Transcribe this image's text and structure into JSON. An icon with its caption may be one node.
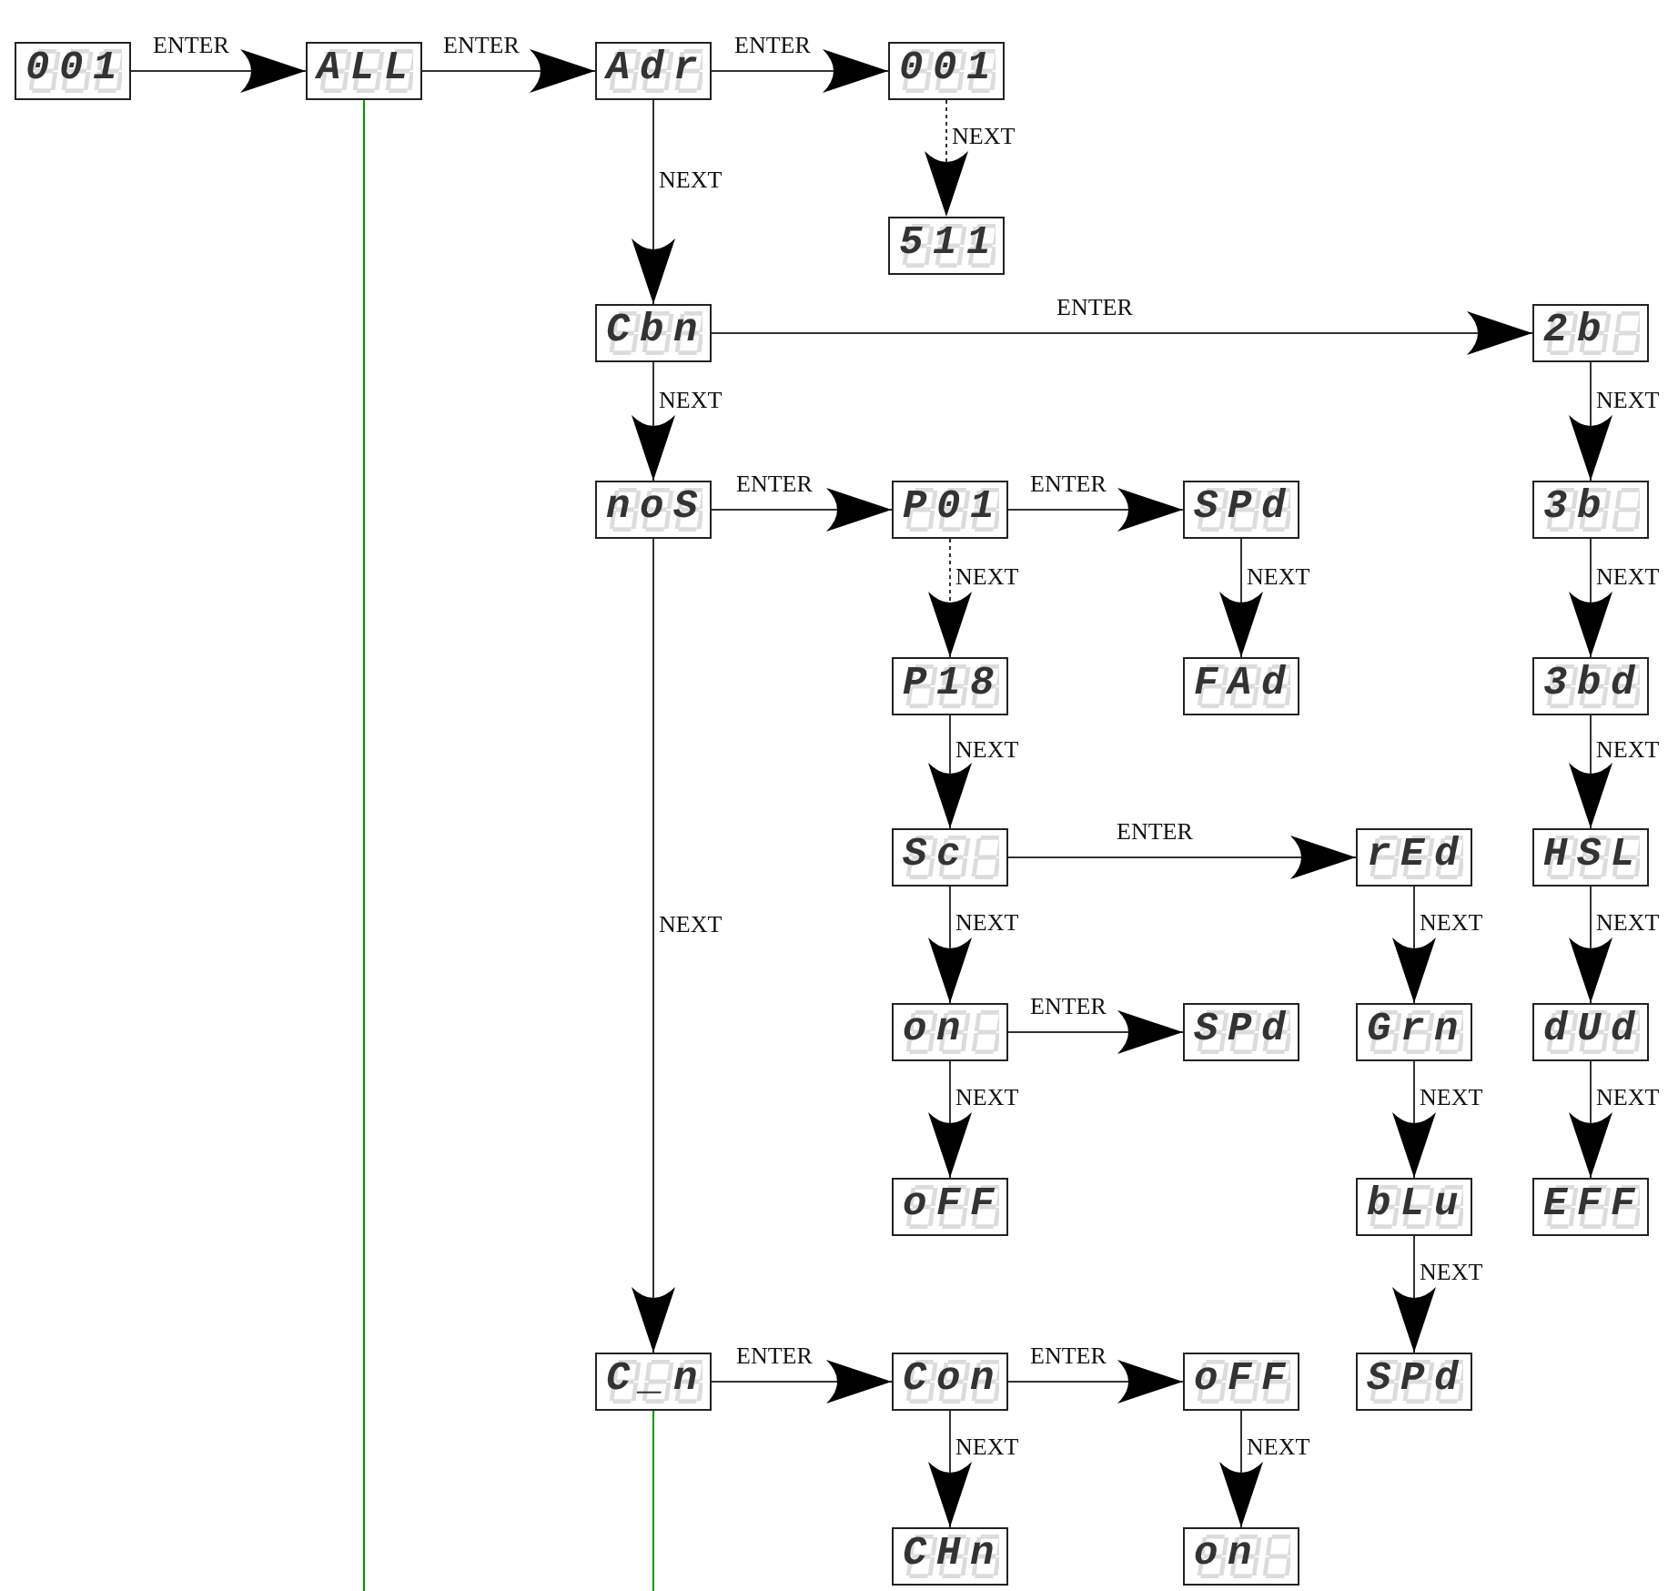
{
  "diagram": {
    "nodes": [
      {
        "text": [
          "001"
        ]
      },
      {
        "text": [
          "ALL"
        ]
      },
      {
        "text": [
          "Adr"
        ]
      },
      {
        "text": [
          "001"
        ]
      },
      {
        "text": [
          "511"
        ]
      },
      {
        "text": [
          "Cbn"
        ]
      },
      {
        "text": [
          "2b"
        ]
      },
      {
        "text": [
          "noS"
        ]
      },
      {
        "text": [
          "P01"
        ]
      },
      {
        "text": [
          "SPd"
        ]
      },
      {
        "text": [
          "3b"
        ]
      },
      {
        "text": [
          "P18"
        ]
      },
      {
        "text": [
          "FAd"
        ]
      },
      {
        "text": [
          "3bd"
        ]
      },
      {
        "text": [
          "Sc"
        ]
      },
      {
        "text": [
          "rEd"
        ]
      },
      {
        "text": [
          "HSL"
        ]
      },
      {
        "text": [
          "on"
        ]
      },
      {
        "text": [
          "SPd"
        ]
      },
      {
        "text": [
          "Grn"
        ]
      },
      {
        "text": [
          "dUd"
        ]
      },
      {
        "text": [
          "oFF"
        ]
      },
      {
        "text": [
          "bLu"
        ]
      },
      {
        "text": [
          "EFF"
        ]
      },
      {
        "text": [
          "C_n"
        ]
      },
      {
        "text": [
          "Con"
        ]
      },
      {
        "text": [
          "oFF"
        ]
      },
      {
        "text": [
          "SPd"
        ]
      },
      {
        "text": [
          "CHn"
        ]
      },
      {
        "text": [
          "on"
        ]
      }
    ],
    "edges": [
      {
        "from": 0,
        "to": 1,
        "arrow": "to",
        "label": "ENTER"
      },
      {
        "from": 1,
        "to": 2,
        "arrow": "to",
        "label": "ENTER"
      },
      {
        "from": 2,
        "to": 3,
        "arrow": "to",
        "label": "ENTER"
      },
      {
        "from": 3,
        "to": 4,
        "arrow": "to",
        "label": "NEXT",
        "style": "dashed"
      },
      {
        "from": 2,
        "to": 5,
        "arrow": "to",
        "label": "NEXT"
      },
      {
        "from": 5,
        "to": 6,
        "arrow": "to",
        "label": "ENTER"
      },
      {
        "from": 5,
        "to": 7,
        "arrow": "to",
        "label": "NEXT"
      },
      {
        "from": 6,
        "to": 10,
        "arrow": "to",
        "label": "NEXT"
      },
      {
        "from": 7,
        "to": 8,
        "arrow": "to",
        "label": "ENTER"
      },
      {
        "from": 8,
        "to": 9,
        "arrow": "to",
        "label": "ENTER"
      },
      {
        "from": 8,
        "to": 11,
        "arrow": "to",
        "label": "NEXT",
        "style": "dashed"
      },
      {
        "from": 9,
        "to": 12,
        "arrow": "to",
        "label": "NEXT"
      },
      {
        "from": 10,
        "to": 13,
        "arrow": "to",
        "label": "NEXT"
      },
      {
        "from": 7,
        "to": 24,
        "arrow": "to",
        "label": "NEXT"
      },
      {
        "from": 11,
        "to": 14,
        "arrow": "to",
        "label": "NEXT"
      },
      {
        "from": 13,
        "to": 16,
        "arrow": "to",
        "label": "NEXT"
      },
      {
        "from": 14,
        "to": 15,
        "arrow": "to",
        "label": "ENTER"
      },
      {
        "from": 14,
        "to": 17,
        "arrow": "to",
        "label": "NEXT"
      },
      {
        "from": 15,
        "to": 19,
        "arrow": "to",
        "label": "NEXT"
      },
      {
        "from": 16,
        "to": 20,
        "arrow": "to",
        "label": "NEXT"
      },
      {
        "from": 17,
        "to": 18,
        "arrow": "to",
        "label": "ENTER"
      },
      {
        "from": 17,
        "to": 21,
        "arrow": "to",
        "label": "NEXT"
      },
      {
        "from": 19,
        "to": 22,
        "arrow": "to",
        "label": "NEXT"
      },
      {
        "from": 20,
        "to": 23,
        "arrow": "to",
        "label": "NEXT"
      },
      {
        "from": 22,
        "to": 27,
        "arrow": "to",
        "label": "NEXT"
      },
      {
        "from": 24,
        "to": 25,
        "arrow": "to",
        "label": "ENTER"
      },
      {
        "from": 25,
        "to": 26,
        "arrow": "to",
        "label": "ENTER"
      },
      {
        "from": 25,
        "to": 28,
        "arrow": "to",
        "label": "NEXT"
      },
      {
        "from": 26,
        "to": 29,
        "arrow": "to",
        "label": "NEXT"
      },
      {
        "from": 1,
        "to": null,
        "arrow": "none",
        "color": "#009900"
      },
      {
        "from": 24,
        "to": null,
        "arrow": "none",
        "color": "#009900"
      }
    ]
  }
}
